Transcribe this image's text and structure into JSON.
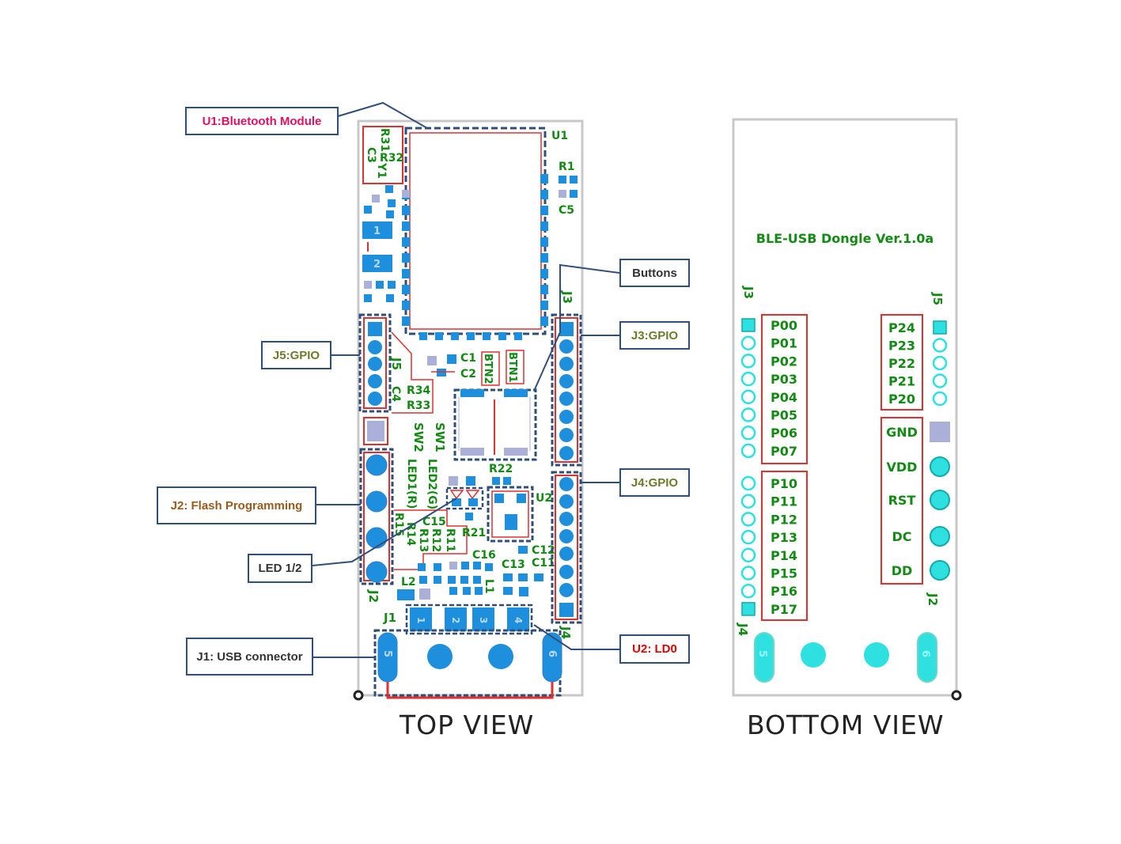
{
  "callouts": {
    "u1": {
      "label": "U1:Bluetooth Module",
      "color": "#e0115f"
    },
    "buttons": {
      "label": "Buttons",
      "color": "#333333"
    },
    "j3": {
      "label": "J3:GPIO",
      "color": "#6b7d2a"
    },
    "j5": {
      "label": "J5:GPIO",
      "color": "#6b7d2a"
    },
    "j4": {
      "label": "J4:GPIO",
      "color": "#6b7d2a"
    },
    "j2": {
      "label": "J2: Flash Programming",
      "color": "#9a5b1e"
    },
    "led": {
      "label": "LED 1/2",
      "color": "#333333"
    },
    "u2": {
      "label": "U2: LD0",
      "color": "#e00000"
    },
    "j1": {
      "label": "J1: USB connector",
      "color": "#333333"
    }
  },
  "top_view": {
    "title": "TOP VIEW",
    "labels": {
      "U1": "U1",
      "R1": "R1",
      "C5": "C5",
      "R31": "R31",
      "C3": "C3",
      "Y1": "Y1",
      "R32": "R32",
      "pad1": "1",
      "pad2": "2",
      "J3": "J3",
      "J5": "J5",
      "C4": "C4",
      "C1": "C1",
      "C2": "C2",
      "BTN2": "BTN2",
      "BTN1": "BTN1",
      "R34": "R34",
      "R33": "R33",
      "SW1": "SW1",
      "SW2": "SW2",
      "LED2": "LED2(G)",
      "LED1": "LED1(R)",
      "R22": "R22",
      "U2": "U2",
      "R15": "R15",
      "C15": "C15",
      "R14": "R14",
      "R13": "R13",
      "R12": "R12",
      "R11": "R11",
      "R21": "R21",
      "C16": "C16",
      "C13": "C13",
      "C12": "C12",
      "C11": "C11",
      "L2": "L2",
      "L1": "L1",
      "J2": "J2",
      "J1": "J1",
      "J4": "J4",
      "usb1": "1",
      "usb2": "2",
      "usb3": "3",
      "usb4": "4",
      "usb5": "5",
      "usb6": "6"
    }
  },
  "bottom_view": {
    "title": "BOTTOM VIEW",
    "board_title": "BLE-USB Dongle Ver.1.0a",
    "j3_label": "J3",
    "j5_label": "J5",
    "j4_label": "J4",
    "j2_label": "J2",
    "port0": [
      "P00",
      "P01",
      "P02",
      "P03",
      "P04",
      "P05",
      "P06",
      "P07"
    ],
    "port1": [
      "P10",
      "P11",
      "P12",
      "P13",
      "P14",
      "P15",
      "P16",
      "P17"
    ],
    "port2": [
      "P24",
      "P23",
      "P22",
      "P21",
      "P20"
    ],
    "prog": [
      "GND",
      "VDD",
      "RST",
      "DC",
      "DD"
    ],
    "usb_left": "5",
    "usb_right": "6"
  },
  "colors": {
    "silk": "#138a13",
    "pad": "#1e8fdc",
    "outline_red": "#e03030",
    "dashed": "#2f4f7a",
    "cyan": "#2ee0e0",
    "board": "#c8c8c8"
  }
}
